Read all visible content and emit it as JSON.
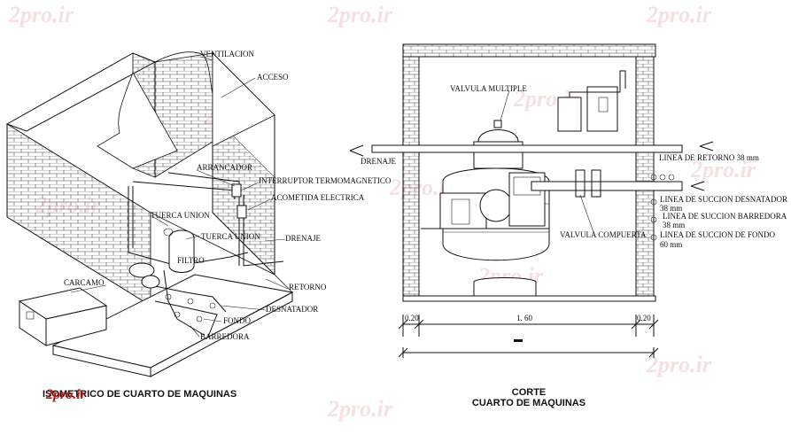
{
  "watermark": "2pro.ir",
  "iso": {
    "title": "ISOMETRICO DE CUARTO DE MAQUINAS",
    "labels": {
      "ventilacion": "VENTILACION",
      "acceso": "ACCESO",
      "arrancador": "ARRANCADOR",
      "interruptor": "INTERRUPTOR TERMOMAGNETICO",
      "acometida": "ACOMETIDA ELECTRICA",
      "tuerca_union": "TUERCA UNION",
      "tuerca_union2": "TUERCA UNION",
      "filtro": "FILTRO",
      "drenaje": "DRENAJE",
      "carcamo": "CARCAMO",
      "retorno": "RETORNO",
      "desnatador": "DESNATADOR",
      "fondo": "FONDO",
      "barredora": "BARREDORA"
    }
  },
  "corte": {
    "title_line1": "CORTE",
    "title_line2": "CUARTO DE MAQUINAS",
    "labels": {
      "valvula_multiple": "VALVULA MULTIPLE",
      "drenaje": "DRENAJE",
      "linea_retorno": "LINEA DE RETORNO  38 mm",
      "linea_desnatador": "LINEA DE SUCCION DESNATADOR",
      "linea_desnatador_size": "38 mm",
      "linea_barredora": "LINEA DE SUCCION BARREDORA",
      "linea_barredora_size": "38 mm",
      "linea_fondo": "LINEA DE SUCCION DE FONDO",
      "linea_fondo_size": "60 mm",
      "valvula_compuerta": "VALVULA COMPUERTA"
    },
    "dims": {
      "left": "0.20",
      "center": "1. 60",
      "right": "0.20"
    }
  }
}
